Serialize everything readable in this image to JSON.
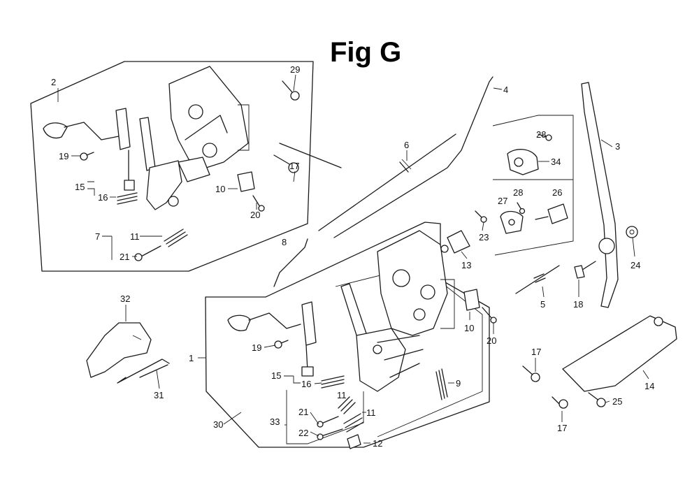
{
  "title": "Fig G",
  "callouts": {
    "c1": "1",
    "c2": "2",
    "c3": "3",
    "c4": "4",
    "c5": "5",
    "c6": "6",
    "c7": "7",
    "c8": "8",
    "c9": "9",
    "c10a": "10",
    "c10b": "10",
    "c11a": "11",
    "c11b": "11",
    "c11c": "11",
    "c12": "12",
    "c13": "13",
    "c14": "14",
    "c15a": "15",
    "c15b": "15",
    "c16a": "16",
    "c16b": "16",
    "c17a": "17",
    "c17b": "17",
    "c17c": "17",
    "c18": "18",
    "c19a": "19",
    "c19b": "19",
    "c20a": "20",
    "c20b": "20",
    "c21a": "21",
    "c21b": "21",
    "c22": "22",
    "c23": "23",
    "c24": "24",
    "c25": "25",
    "c26": "26",
    "c27": "27",
    "c28a": "28",
    "c28b": "28",
    "c29": "29",
    "c30": "30",
    "c31": "31",
    "c32": "32",
    "c33": "33",
    "c34": "34"
  }
}
